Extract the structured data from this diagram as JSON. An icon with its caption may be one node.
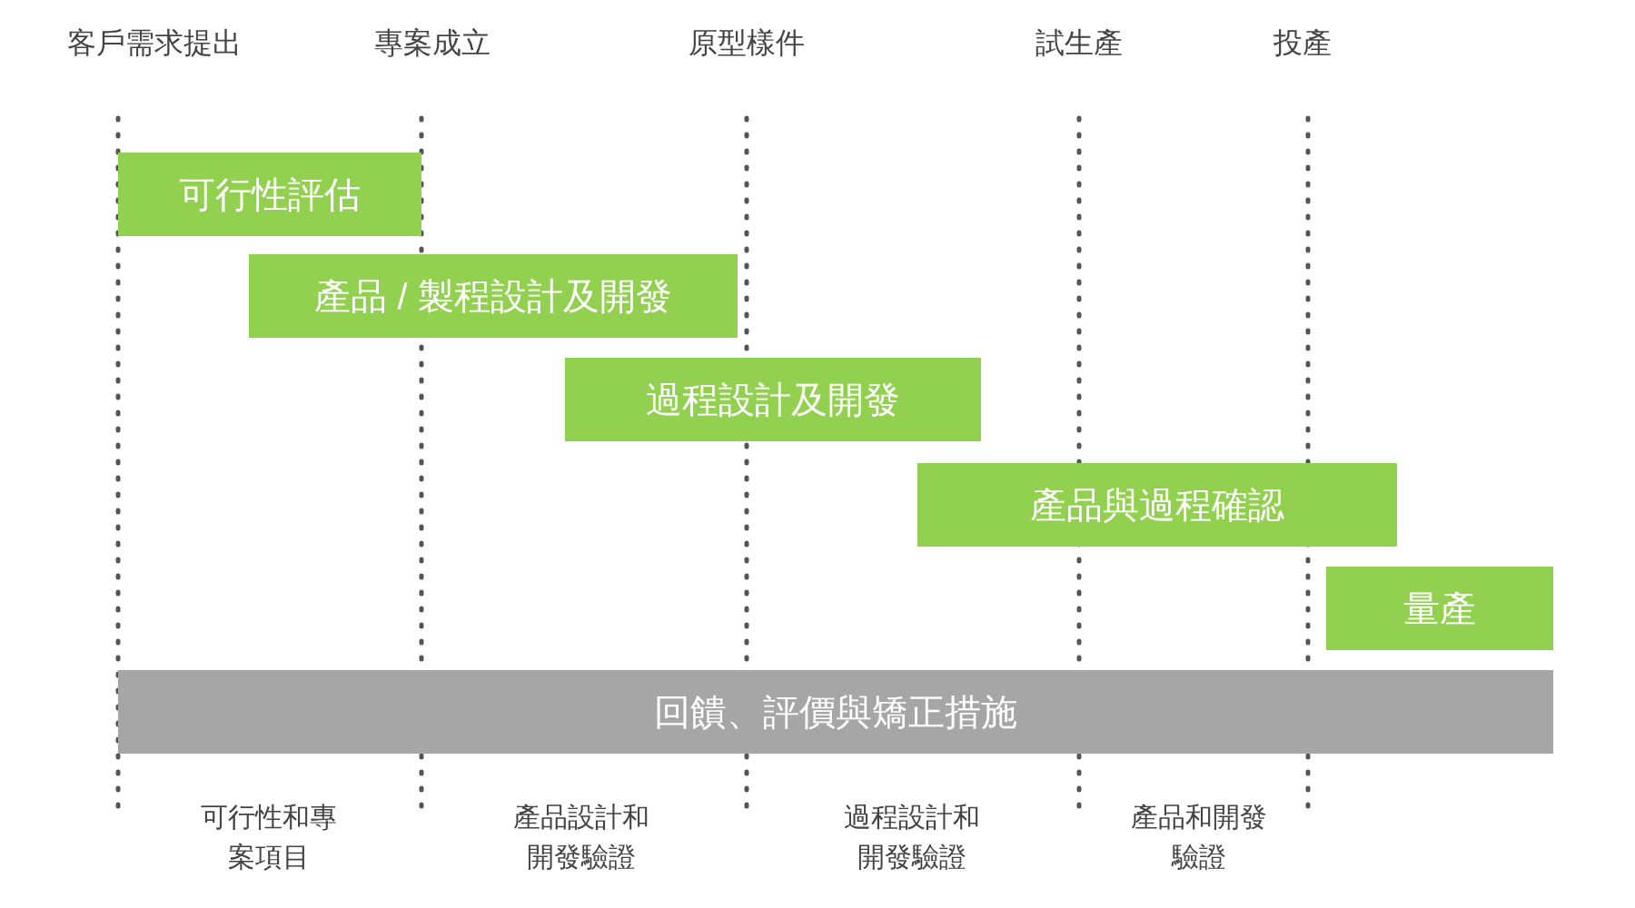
{
  "diagram": {
    "nodes": [
      {
        "text": [
          "可行性評估"
        ]
      },
      {
        "text": [
          "產品 / 製程設計及開發"
        ]
      },
      {
        "text": [
          "過程設計及開發"
        ]
      },
      {
        "text": [
          "產品與過程確認"
        ]
      },
      {
        "text": [
          "量產"
        ]
      },
      {
        "text": [
          "回饋、評價與矯正措施"
        ]
      }
    ],
    "edges": [],
    "labels": [
      "客戶需求提出",
      "專案成立",
      "原型樣件",
      "試生產",
      "投產",
      "可行性和專案項目",
      "產品設計和開發驗證",
      "過程設計和開發驗證",
      "產品和開發驗證"
    ]
  }
}
